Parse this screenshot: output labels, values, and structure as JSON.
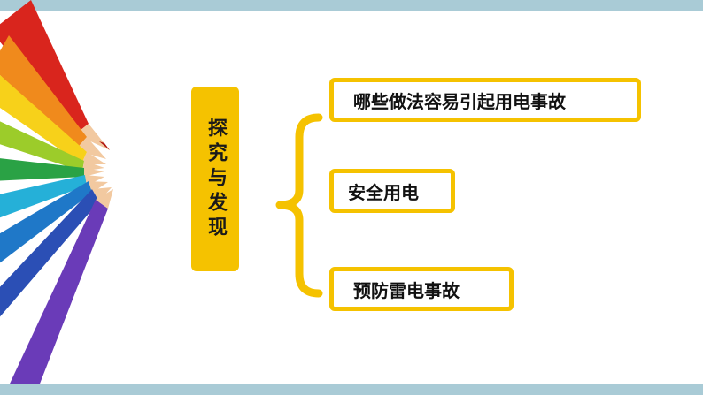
{
  "title": "探究与发现",
  "items": [
    {
      "label": "哪些做法容易引起用电事故"
    },
    {
      "label": "安全用电"
    },
    {
      "label": "预防雷电事故"
    }
  ],
  "colors": {
    "accent": "#f5c200",
    "band": "#a9cbd6",
    "text": "#111111"
  },
  "decorations": [
    "colored-pencils-fan",
    "curly-brace"
  ]
}
